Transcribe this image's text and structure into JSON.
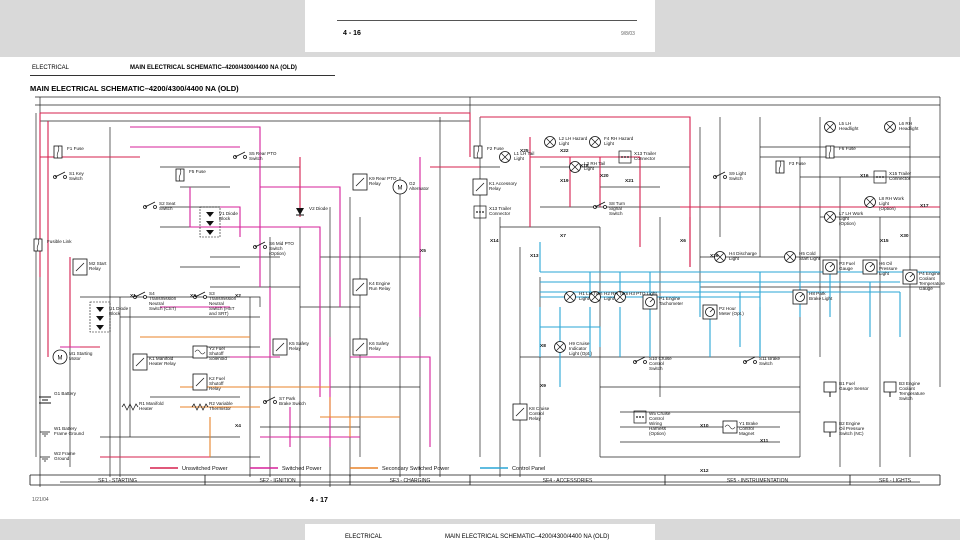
{
  "prev_page": {
    "page_number": "4 - 16",
    "code": "9/8/03"
  },
  "header": {
    "left": "ELECTRICAL",
    "right": "MAIN ELECTRICAL SCHEMATIC–4200/4300/4400 NA (OLD)"
  },
  "title": "MAIN ELECTRICAL SCHEMATIC–4200/4300/4400 NA (OLD)",
  "components": [
    {
      "id": "f1",
      "label": "F1 Fuse"
    },
    {
      "id": "s1",
      "label": "S1 Key Switch"
    },
    {
      "id": "fusible",
      "label": "Fusible Link"
    },
    {
      "id": "m2",
      "label": "M2 Start Relay"
    },
    {
      "id": "m1",
      "label": "M1 Starting Motor"
    },
    {
      "id": "g1",
      "label": "G1 Battery"
    },
    {
      "id": "w1",
      "label": "W1 Battery Frame Ground"
    },
    {
      "id": "w2",
      "label": "W2 Frame Ground"
    },
    {
      "id": "f5",
      "label": "F5 Fuse"
    },
    {
      "id": "s2",
      "label": "S2 Seat Switch"
    },
    {
      "id": "s5",
      "label": "S5 Rear PTO Switch"
    },
    {
      "id": "v1",
      "label": "V1 Diode Block"
    },
    {
      "id": "s6",
      "label": "S6 Mid PTO Switch (Option)"
    },
    {
      "id": "v2",
      "label": "V2 Diode"
    },
    {
      "id": "k9",
      "label": "K9 Rear PTO Relay"
    },
    {
      "id": "g2",
      "label": "G2 Alternator"
    },
    {
      "id": "s4",
      "label": "S4 Transmission Neutral Switch (CST)"
    },
    {
      "id": "s3",
      "label": "S3 Transmission Neutral Switch (HST and SRT)"
    },
    {
      "id": "k4",
      "label": "K4 Engine Run Relay"
    },
    {
      "id": "u1",
      "label": "U1 Diode Block"
    },
    {
      "id": "y2",
      "label": "Y2 Fuel Shutoff Solenoid"
    },
    {
      "id": "k1",
      "label": "K1 Manifold Heater Relay"
    },
    {
      "id": "r1",
      "label": "R1 Manifold Heater"
    },
    {
      "id": "k2",
      "label": "K2 Fuel Shutoff Relay"
    },
    {
      "id": "r2",
      "label": "R2 Variable Thermistor"
    },
    {
      "id": "k5",
      "label": "K5 Safety Relay"
    },
    {
      "id": "k6",
      "label": "K6 Safety Relay"
    },
    {
      "id": "s7",
      "label": "S7 Park Brake Switch"
    },
    {
      "id": "f2",
      "label": "F2 Fuse"
    },
    {
      "id": "kacc",
      "label": "K1 Accessory Relay"
    },
    {
      "id": "x13",
      "label": "X13 Trailer Connector"
    },
    {
      "id": "l1lt",
      "label": "L1 LH Tail Light"
    },
    {
      "id": "l2lh",
      "label": "L2 LH Hazard Light"
    },
    {
      "id": "f4",
      "label": "F4 RH Hazard Light"
    },
    {
      "id": "l3rh",
      "label": "L3 RH Tail Light"
    },
    {
      "id": "x13b",
      "label": "X13 Trailer Connector"
    },
    {
      "id": "s8",
      "label": "S8 Turn Signal Switch"
    },
    {
      "id": "s9",
      "label": "S9 Light Switch"
    },
    {
      "id": "l5",
      "label": "L5 LH Headlight"
    },
    {
      "id": "l6",
      "label": "L6 RH Headlight"
    },
    {
      "id": "f3",
      "label": "F3 Fuse"
    },
    {
      "id": "f6",
      "label": "F6 Fuse"
    },
    {
      "id": "x15",
      "label": "X15 Trailer Connector"
    },
    {
      "id": "l8",
      "label": "L8 RH Work Light (Option)"
    },
    {
      "id": "l7",
      "label": "L7 LH Work Light (Option)"
    },
    {
      "id": "h4",
      "label": "H4 Discharge Light"
    },
    {
      "id": "h5",
      "label": "H5 Cold Start Light"
    },
    {
      "id": "p3",
      "label": "P3 Fuel Gauge"
    },
    {
      "id": "h6",
      "label": "H6 Oil Pressure Light"
    },
    {
      "id": "p4",
      "label": "P4 Engine Coolant Temperature Gauge"
    },
    {
      "id": "h1",
      "label": "H1 LH Turn Light"
    },
    {
      "id": "h2",
      "label": "H2 RH Turn Light"
    },
    {
      "id": "h3",
      "label": "H3 PTO Light"
    },
    {
      "id": "p1",
      "label": "P1 Engine Tachometer"
    },
    {
      "id": "p2",
      "label": "P2 Hour Meter (Opt.)"
    },
    {
      "id": "h8",
      "label": "H8 Park Brake Light"
    },
    {
      "id": "h9",
      "label": "H9 Cruise Indicator Light (Opt.)"
    },
    {
      "id": "s10",
      "label": "S10 Cruise Control Switch"
    },
    {
      "id": "s11",
      "label": "S11 Brake Switch"
    },
    {
      "id": "b1",
      "label": "B1 Fuel Gauge Sensor"
    },
    {
      "id": "b3",
      "label": "B3 Engine Coolant Temperature Switch"
    },
    {
      "id": "k8",
      "label": "K8 Cruise Control Relay"
    },
    {
      "id": "w5",
      "label": "W5 Cruise Control Wiring Harness (Option)"
    },
    {
      "id": "y1",
      "label": "Y1 Brake Control Magnet"
    },
    {
      "id": "b2",
      "label": "B2 Engine Oil Pressure Switch (NC)"
    }
  ],
  "connectors": [
    "X1",
    "X2",
    "X3",
    "X4",
    "X5",
    "X6",
    "X7",
    "X8",
    "X9",
    "X10",
    "X11",
    "X12",
    "X13",
    "X14",
    "X15",
    "X16",
    "X17",
    "X18",
    "X19",
    "X20",
    "X21",
    "X22",
    "X25",
    "X26",
    "X30"
  ],
  "legend": [
    {
      "label": "Unswitched Power",
      "color": "#d6204e"
    },
    {
      "label": "Switched Power",
      "color": "#d6209a"
    },
    {
      "label": "Secondary Switched Power",
      "color": "#e8832a"
    },
    {
      "label": "Control Panel",
      "color": "#2aa6d6"
    }
  ],
  "sections": [
    "SE1 - STARTING",
    "SE2 - IGNITION",
    "SE3 - CHARGING",
    "SE4 - ACCESSORIES",
    "SE5 - INSTRUMENTATION",
    "SE6 - LIGHTS"
  ],
  "footer": {
    "code": "1/21/04",
    "page_number": "4 - 17"
  },
  "next_page": {
    "left": "ELECTRICAL",
    "right": "MAIN ELECTRICAL SCHEMATIC–4200/4300/4400 NA (OLD)"
  }
}
